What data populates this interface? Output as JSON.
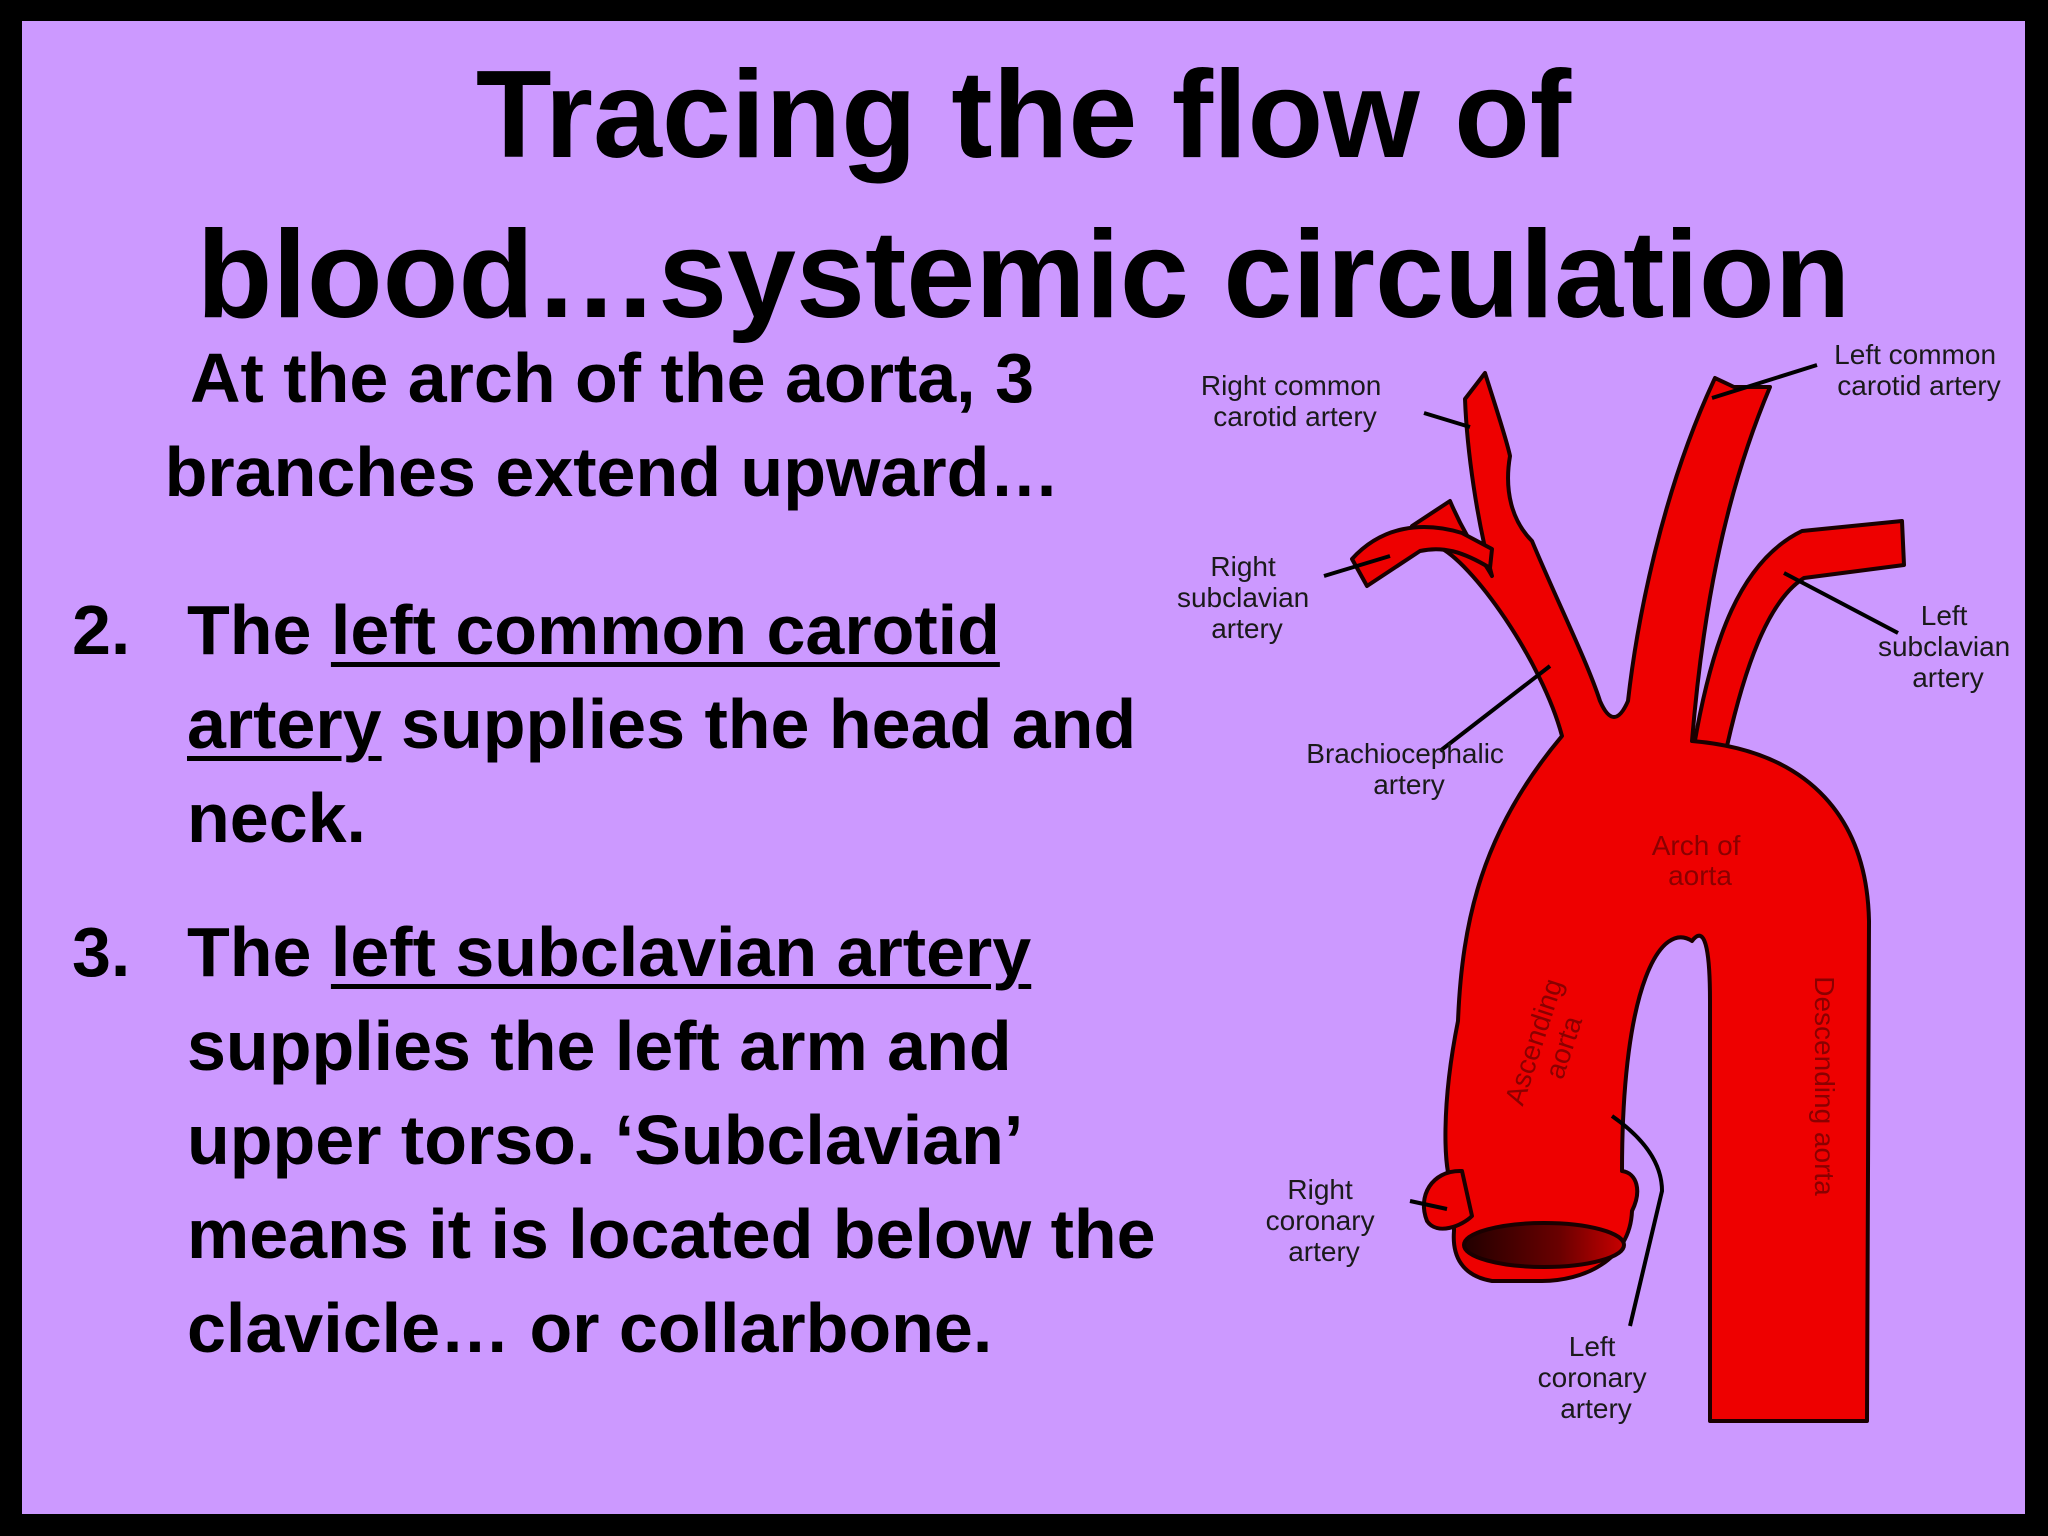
{
  "slide": {
    "title_line1": "Tracing the flow of",
    "title_line2": "blood…systemic circulation",
    "intro_line1": "At the arch of the aorta, 3",
    "intro_line2": "branches extend upward…",
    "items": [
      {
        "number": "2.",
        "lead": "The ",
        "term": "left common carotid artery",
        "rest": " supplies the head and neck."
      },
      {
        "number": "3.",
        "lead": "The ",
        "term": "left subclavian artery",
        "rest": " supplies the left arm and upper torso. ‘Subclavian’ means it is located below the clavicle… or collarbone."
      }
    ]
  },
  "diagram": {
    "artery_color": "#ee0000",
    "labels": {
      "right_common_carotid": [
        "Right common",
        "carotid artery"
      ],
      "left_common_carotid": [
        "Left common",
        "carotid artery"
      ],
      "right_subclavian": [
        "Right",
        "subclavian",
        "artery"
      ],
      "left_subclavian": [
        "Left",
        "subclavian",
        "artery"
      ],
      "brachiocephalic": [
        "Brachiocephalic",
        "artery"
      ],
      "arch": [
        "Arch of",
        "aorta"
      ],
      "ascending": [
        "Ascending",
        "aorta"
      ],
      "descending": "Descending aorta",
      "right_coronary": [
        "Right",
        "coronary",
        "artery"
      ],
      "left_coronary": [
        "Left",
        "coronary",
        "artery"
      ]
    }
  }
}
